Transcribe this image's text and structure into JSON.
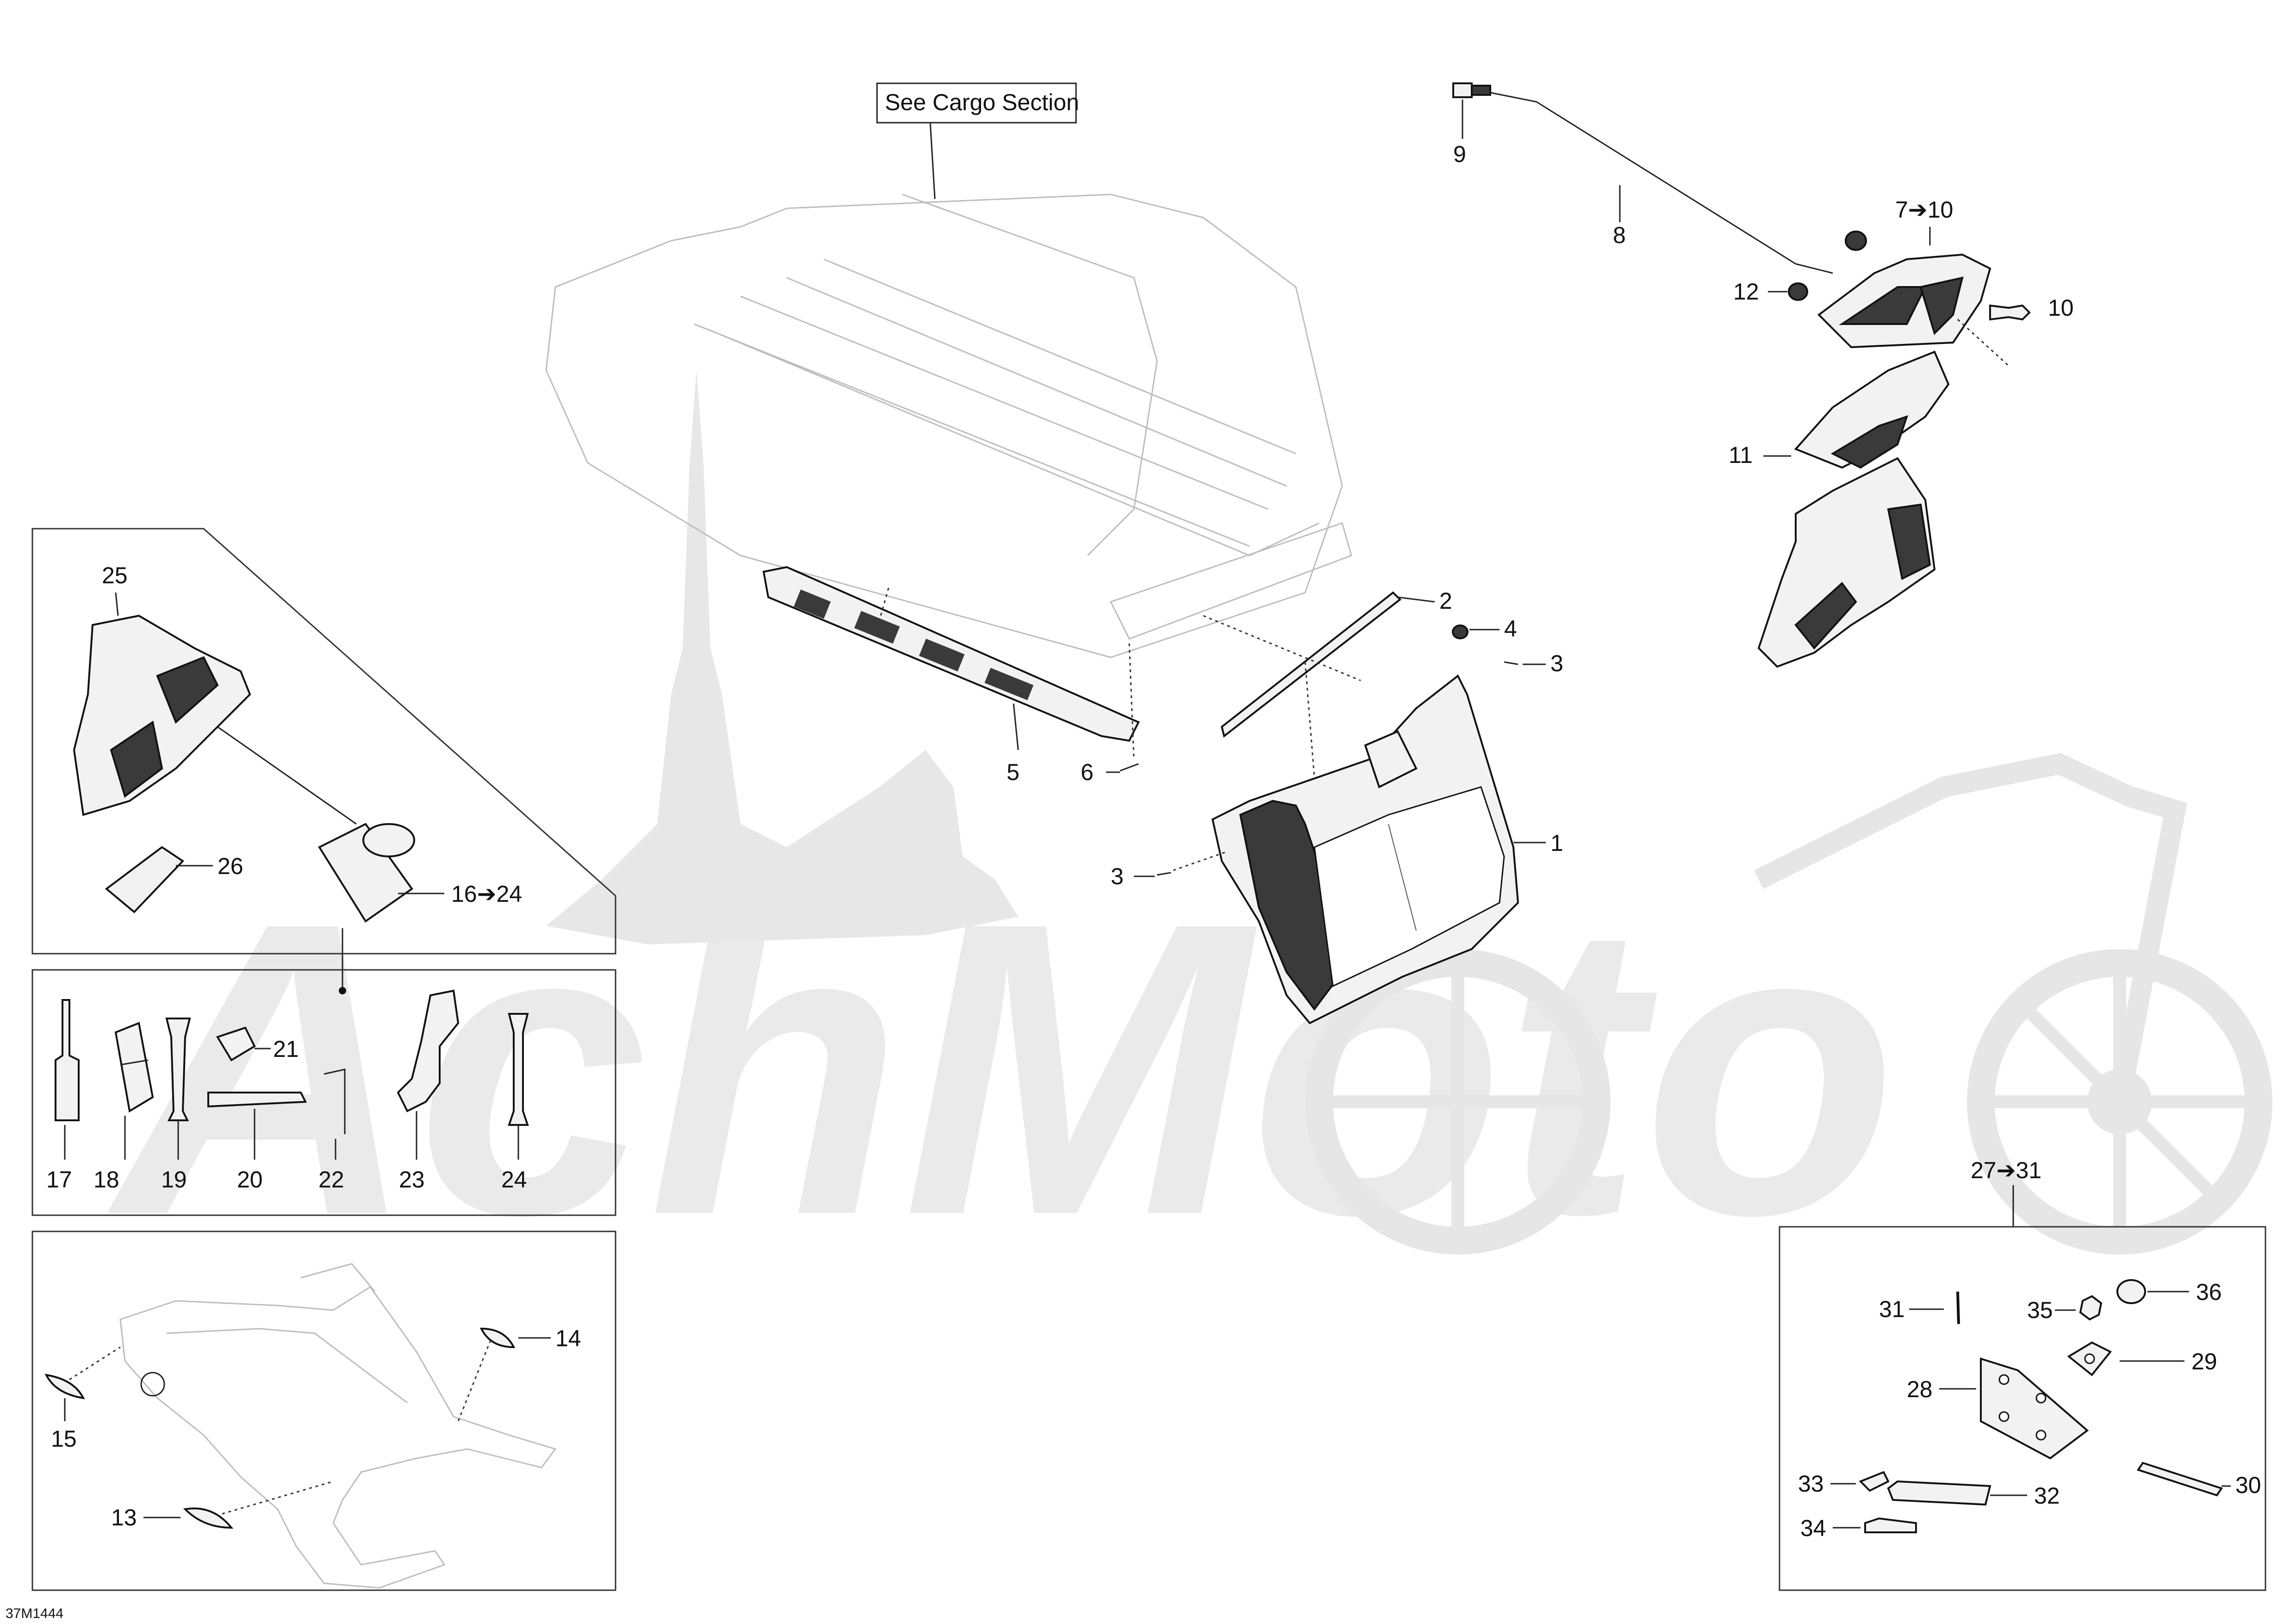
{
  "ref_banner": "See Cargo Section",
  "drawing_code": "37M1444",
  "callouts": {
    "c1": "1",
    "c2": "2",
    "c3a": "3",
    "c3b": "3",
    "c4": "4",
    "c5": "5",
    "c6": "6",
    "c7_10": "7➔10",
    "c8": "8",
    "c9": "9",
    "c10": "10",
    "c11": "11",
    "c12": "12",
    "c13": "13",
    "c14": "14",
    "c15": "15",
    "c16_24": "16➔24",
    "c17": "17",
    "c18": "18",
    "c19": "19",
    "c20": "20",
    "c21": "21",
    "c22": "22",
    "c23": "23",
    "c24": "24",
    "c25": "25",
    "c26": "26",
    "c27_31": "27➔31",
    "c28": "28",
    "c29": "29",
    "c30": "30",
    "c31": "31",
    "c32": "32",
    "c33": "33",
    "c34": "34",
    "c35": "35",
    "c36": "36"
  },
  "watermark_text": "AchMoto"
}
